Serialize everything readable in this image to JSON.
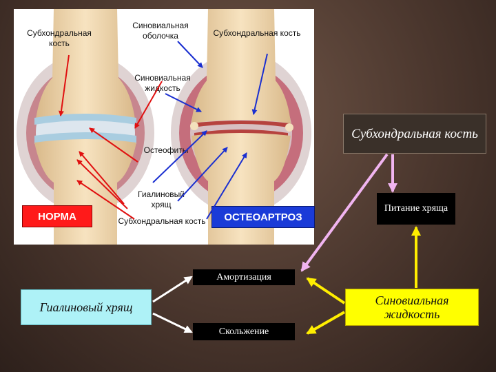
{
  "illustration": {
    "labels": {
      "subchondral_bone_top_left": "Субхондральная кость",
      "synovial_membrane": "Синовиальная оболочка",
      "subchondral_bone_top_right": "Субхондральная кость",
      "synovial_fluid": "Синовиальная жидкость",
      "osteophytes": "Остеофиты",
      "hyaline_cartilage": "Гиалиновый хрящ",
      "subchondral_bone_bottom": "Субхондральная кость"
    },
    "tags": {
      "normal": "НОРМА",
      "osteoarthritis": "ОСТЕОАРТРОЗ"
    }
  },
  "diagram": {
    "subchondral_bone": "Субхондральная кость",
    "cartilage_nutrition": "Питание хряща",
    "amortization": "Амортизация",
    "sliding": "Скольжение",
    "hyaline_cartilage": "Гиалиновый хрящ",
    "synovial_fluid": "Синовиальная жидкость"
  },
  "colors": {
    "normal_tag": "#ff1a1a",
    "osteo_tag": "#1a3bd8",
    "hyaline_box": "#aef2f7",
    "synovial_box": "#ffff00",
    "arrow_red": "#e01010",
    "arrow_blue": "#1a2fd0",
    "arrow_pink": "#f0b4f0",
    "arrow_yellow": "#ffee00",
    "arrow_white": "#ffffff"
  }
}
